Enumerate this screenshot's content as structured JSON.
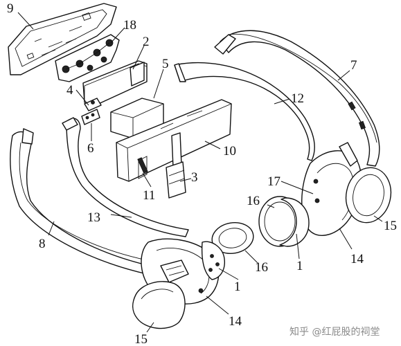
{
  "diagram": {
    "labels": {
      "n9": "9",
      "n18": "18",
      "n2": "2",
      "n5": "5",
      "n4": "4",
      "n6": "6",
      "n7": "7",
      "n12": "12",
      "n10": "10",
      "n11": "11",
      "n3": "3",
      "n17": "17",
      "n16a": "16",
      "n16b": "16",
      "n15a": "15",
      "n15b": "15",
      "n13": "13",
      "n8": "8",
      "n1a": "1",
      "n1b": "1",
      "n14a": "14",
      "n14b": "14"
    },
    "watermark": "知乎 @红屁股的祠堂"
  }
}
